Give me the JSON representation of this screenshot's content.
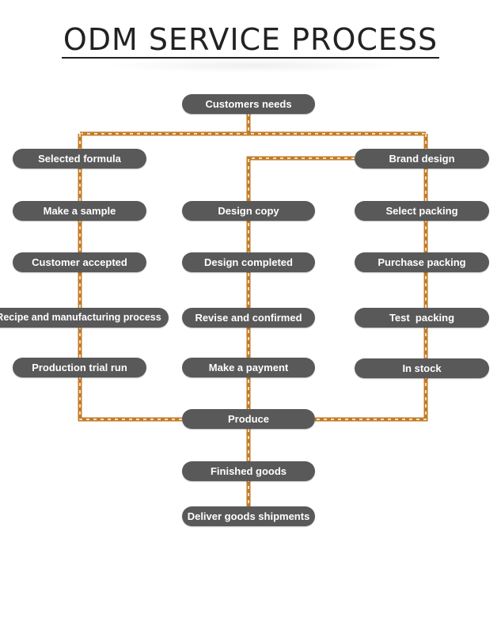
{
  "title": "ODM SERVICE PROCESS",
  "colors": {
    "node": "#595959",
    "node_text": "#ffffff",
    "connector": "#c27b25",
    "connector_dash": "#ffffff"
  },
  "nodes": {
    "customers_needs": "Customers needs",
    "selected_formula": "Selected formula",
    "make_sample": "Make a sample",
    "customer_accepted": "Customer accepted",
    "recipe": "Recipe and manufacturing process",
    "trial_run": "Production trial run",
    "design_copy": "Design copy",
    "design_completed": "Design completed",
    "revise_confirmed": "Revise and confirmed",
    "make_payment": "Make a payment",
    "brand_design": "Brand design",
    "select_packing": "Select packing",
    "purchase_packing": "Purchase packing",
    "test_packing": "Test  packing",
    "in_stock": "In stock",
    "produce": "Produce",
    "finished_goods": "Finished goods",
    "deliver": "Deliver goods shipments"
  }
}
